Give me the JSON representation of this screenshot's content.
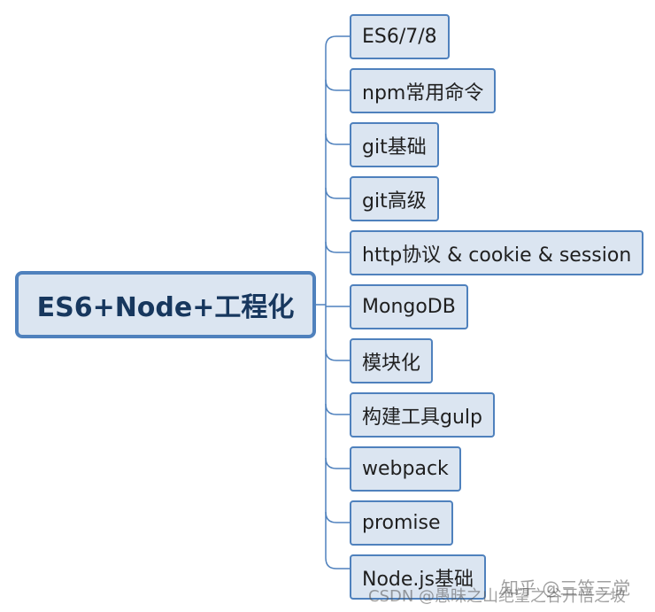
{
  "root": {
    "label": "ES6+Node+工程化"
  },
  "children": [
    {
      "label": "ES6/7/8"
    },
    {
      "label": "npm常用命令"
    },
    {
      "label": "git基础"
    },
    {
      "label": "git高级"
    },
    {
      "label": "http协议 & cookie & session"
    },
    {
      "label": "MongoDB"
    },
    {
      "label": "模块化"
    },
    {
      "label": "构建工具gulp"
    },
    {
      "label": "webpack"
    },
    {
      "label": "promise"
    },
    {
      "label": "Node.js基础"
    }
  ],
  "watermarks": {
    "zhihu": "知乎 @三笠三觉",
    "csdn": "CSDN @愚昧之山绝望之谷开悟之坡"
  },
  "colors": {
    "node_border": "#4f81bd",
    "node_fill": "#dbe5f1",
    "connector": "#4f81bd"
  }
}
